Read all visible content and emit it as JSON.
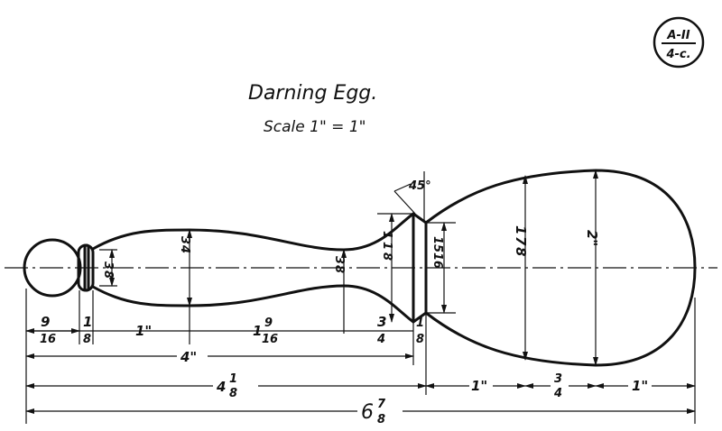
{
  "title": "Darning Egg.",
  "scale": "Scale 1\" = 1\"",
  "badge": {
    "top": "A-II",
    "bottom": "4-c."
  },
  "angle_label": "45°",
  "diameters": {
    "bead": {
      "num": "3",
      "den": "8"
    },
    "handle_max": {
      "num": "3",
      "den": "4"
    },
    "neck": {
      "num": "3",
      "den": "8"
    },
    "flange": {
      "whole": "1",
      "num": "1",
      "den": "8"
    },
    "flange_inner": {
      "num": "15",
      "den": "16"
    },
    "egg_1": {
      "whole": "1",
      "num": "7",
      "den": "8"
    },
    "egg_max": {
      "whole": "2\""
    }
  },
  "lengths": {
    "ball": {
      "num": "9",
      "den": "16"
    },
    "bead": {
      "num": "1",
      "den": "8"
    },
    "handle_1": {
      "whole": "1\""
    },
    "handle_2": {
      "whole": "1",
      "num": "9",
      "den": "16"
    },
    "taper": {
      "num": "3",
      "den": "4"
    },
    "flange": {
      "num": "1",
      "den": "8"
    },
    "total_handle": {
      "whole": "4\""
    },
    "to_flange": {
      "whole": "4",
      "num": "1",
      "den": "8"
    },
    "egg_1": {
      "whole": "1\""
    },
    "egg_2": {
      "num": "3",
      "den": "4"
    },
    "egg_3": {
      "whole": "1\""
    },
    "overall": {
      "whole": "6",
      "num": "7",
      "den": "8"
    }
  }
}
